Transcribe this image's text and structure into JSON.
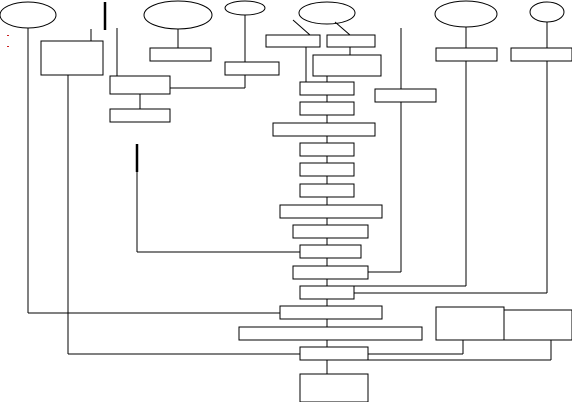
{
  "diagram": {
    "kind": "flowchart",
    "text_labels": [],
    "node_count": {
      "ovals": 6,
      "boxes": 30
    },
    "colors": {
      "stroke": "#000000",
      "fill": "#ffffff",
      "marker": "#cc2222"
    }
  }
}
